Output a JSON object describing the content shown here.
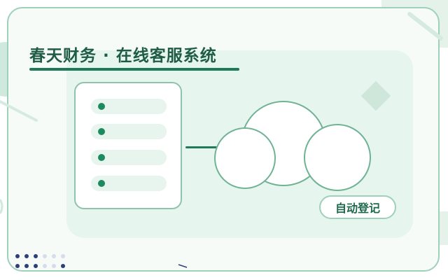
{
  "header": {
    "title": "春天财务 · 在线客服系统"
  },
  "actions": {
    "auto_register_label": "自动登记"
  },
  "list": {
    "rows": 4
  },
  "colors": {
    "accent": "#1e7a5a",
    "panel": "#e6f5ed",
    "border": "#9fd0bc",
    "dot_dark": "#2b3f7a",
    "dot_light": "#d6dcea"
  }
}
